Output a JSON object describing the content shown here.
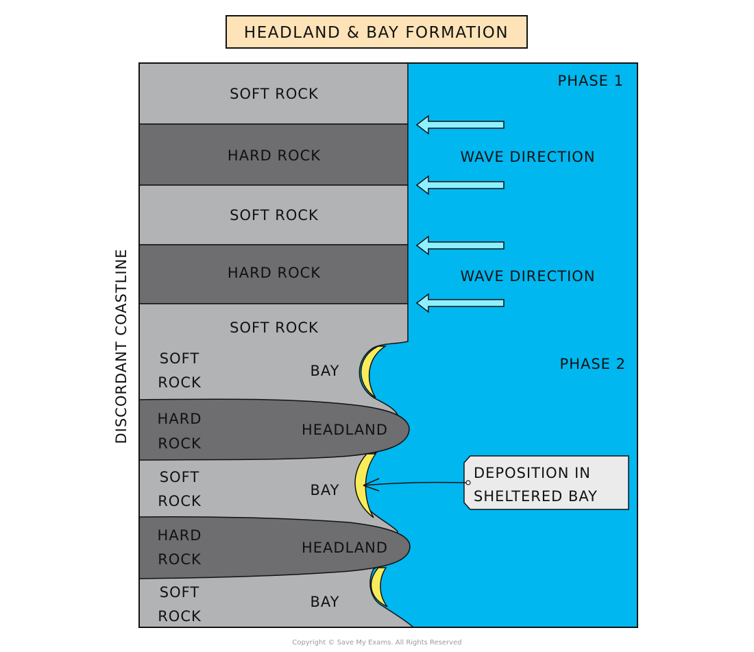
{
  "title": "HEADLAND & BAY FORMATION",
  "side_label": "DISCORDANT COASTLINE",
  "colors": {
    "soft_rock": "#b2b3b5",
    "hard_rock": "#6e6d6f",
    "sea": "#00b7f0",
    "arrow_fill": "#8ef0ff",
    "beach": "#f8ec5a",
    "title_bg": "#fde3b7",
    "callout_bg": "#ebebeb",
    "outline": "#111111"
  },
  "phase1": {
    "label": "PHASE 1",
    "layers": [
      {
        "type": "soft",
        "label": "SOFT ROCK"
      },
      {
        "type": "hard",
        "label": "HARD ROCK"
      },
      {
        "type": "soft",
        "label": "SOFT ROCK"
      },
      {
        "type": "hard",
        "label": "HARD ROCK"
      },
      {
        "type": "soft",
        "label": "SOFT ROCK"
      }
    ],
    "wave_labels": [
      "WAVE DIRECTION",
      "WAVE DIRECTION"
    ],
    "wave_arrow_count": 4
  },
  "phase2": {
    "label": "PHASE 2",
    "bands": [
      {
        "type": "soft",
        "label_line1": "SOFT",
        "label_line2": "ROCK",
        "feature": "BAY"
      },
      {
        "type": "hard",
        "label_line1": "HARD",
        "label_line2": "ROCK",
        "feature": "HEADLAND"
      },
      {
        "type": "soft",
        "label_line1": "SOFT",
        "label_line2": "ROCK",
        "feature": "BAY"
      },
      {
        "type": "hard",
        "label_line1": "HARD",
        "label_line2": "ROCK",
        "feature": "HEADLAND"
      },
      {
        "type": "soft",
        "label_line1": "SOFT",
        "label_line2": "ROCK",
        "feature": "BAY"
      }
    ],
    "callout": {
      "line1": "DEPOSITION IN",
      "line2": "SHELTERED BAY"
    }
  },
  "copyright": "Copyright © Save My Exams. All Rights Reserved"
}
